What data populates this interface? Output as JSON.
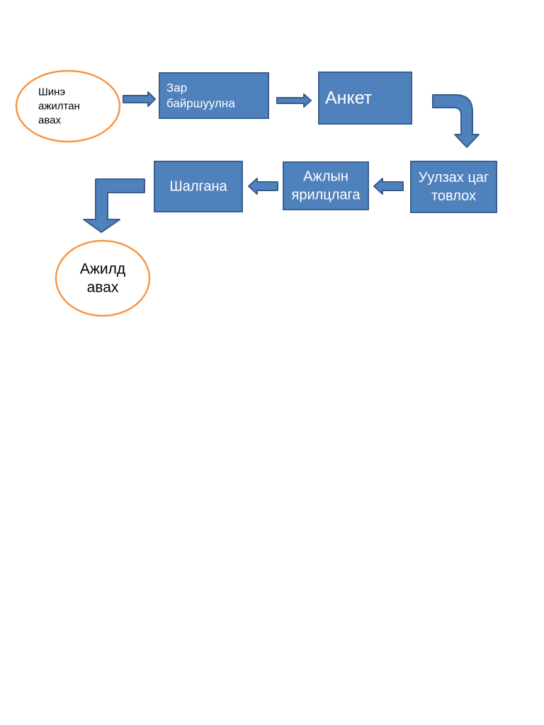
{
  "diagram": {
    "nodes": [
      {
        "id": "start",
        "shape": "ellipse",
        "lines": [
          "Шинэ",
          "ажилтан",
          "авах"
        ]
      },
      {
        "id": "post-ad",
        "shape": "rect",
        "lines": [
          "Зар",
          "байршуулна"
        ]
      },
      {
        "id": "form",
        "shape": "rect",
        "lines": [
          "Анкет"
        ]
      },
      {
        "id": "schedule",
        "shape": "rect",
        "lines": [
          "Уулзах цаг",
          "товлох"
        ]
      },
      {
        "id": "interview",
        "shape": "rect",
        "lines": [
          "Ажлын",
          "ярилцлага"
        ]
      },
      {
        "id": "test",
        "shape": "rect",
        "lines": [
          "Шалгана"
        ]
      },
      {
        "id": "end",
        "shape": "ellipse",
        "lines": [
          "Ажилд",
          "авах"
        ]
      }
    ],
    "edges": [
      {
        "from": "start",
        "to": "post-ad"
      },
      {
        "from": "post-ad",
        "to": "form"
      },
      {
        "from": "form",
        "to": "schedule"
      },
      {
        "from": "schedule",
        "to": "interview"
      },
      {
        "from": "interview",
        "to": "test"
      },
      {
        "from": "test",
        "to": "end"
      }
    ]
  },
  "colors": {
    "box_fill": "#4f81bd",
    "box_stroke": "#3a5f8f",
    "box_text": "#ffffff",
    "ellipse_stroke": "#f79646",
    "ellipse_fill": "#ffffff",
    "ellipse_text": "#000000",
    "arrow_fill": "#4f81bd",
    "arrow_stroke": "#385d8a"
  }
}
